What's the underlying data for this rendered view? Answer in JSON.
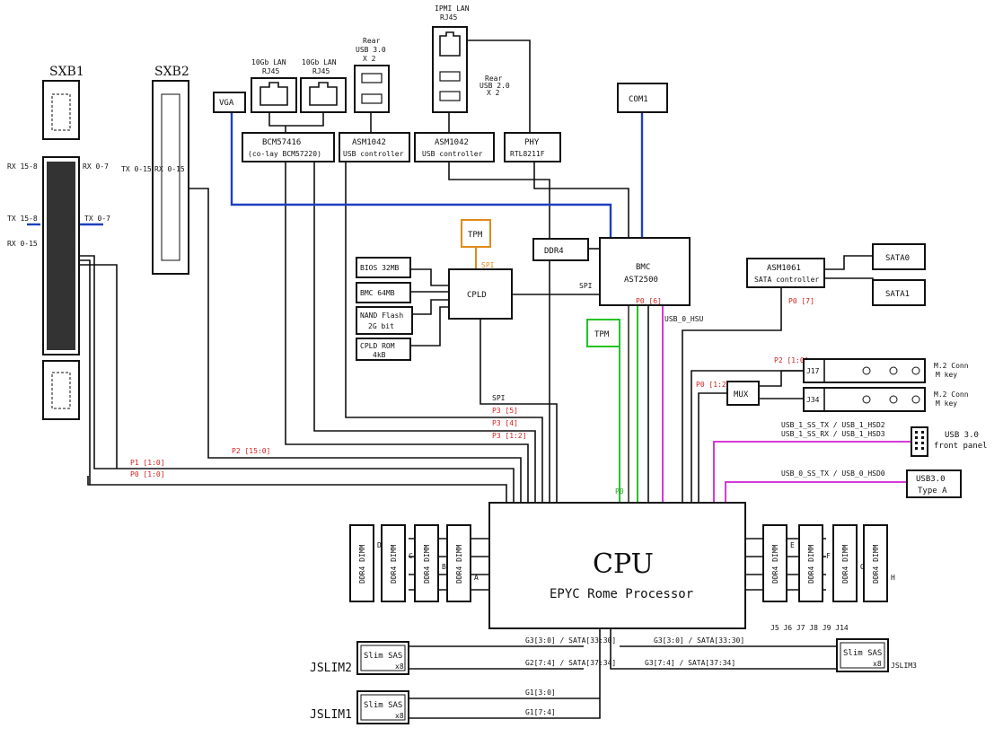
{
  "cpu": {
    "title": "CPU",
    "subtitle": "EPYC Rome Processor"
  },
  "sxb1": {
    "label": "SXB1",
    "rx_top": "RX 15-8",
    "rx_right": "RX 0-7",
    "tx_left": "TX 15-8",
    "tx_right": "TX 0-7",
    "rx_bottom": "RX 0-15"
  },
  "sxb2": {
    "label": "SXB2",
    "tx": "TX 0-15",
    "rx": "RX 0-15"
  },
  "vga": "VGA",
  "lan10g_1": {
    "line1": "10Gb LAN",
    "line2": "RJ45"
  },
  "lan10g_2": {
    "line1": "10Gb LAN",
    "line2": "RJ45"
  },
  "rear_usb": {
    "line1": "Rear",
    "line2": "USB 3.0",
    "line3": "X 2"
  },
  "ipmi_lan": {
    "line1": "IPMI LAN",
    "line2": "RJ45"
  },
  "rear_usb2": {
    "line1": "Rear",
    "line2": "USB 2.0",
    "line3": "X 2"
  },
  "com1": "COM1",
  "bcm": {
    "line1": "BCM57416",
    "line2": "(co-lay BCM57220)"
  },
  "asm1042_a": {
    "line1": "ASM1042",
    "line2": "USB controller"
  },
  "asm1042_b": {
    "line1": "ASM1042",
    "line2": "USB controller"
  },
  "phy": {
    "line1": "PHY",
    "line2": "RTL8211F"
  },
  "tpm_orange": "TPM",
  "tpm_green": "TPM",
  "ddr4": "DDR4",
  "bmc": {
    "line1": "BMC",
    "line2": "AST2500"
  },
  "bios": "BIOS 32MB",
  "bmc_flash": "BMC 64MB",
  "nand": {
    "line1": "NAND Flash",
    "line2": "2G bit"
  },
  "cpld_rom": {
    "line1": "CPLD ROM",
    "line2": "4kB"
  },
  "cpld": "CPLD",
  "asm1061": {
    "line1": "ASM1061",
    "line2": "SATA controller"
  },
  "sata0": "SATA0",
  "sata1": "SATA1",
  "mux": "MUX",
  "m2_j17": {
    "id": "J17",
    "line1": "M.2 Conn",
    "line2": "M key"
  },
  "m2_j34": {
    "id": "J34",
    "line1": "M.2 Conn",
    "line2": "M key"
  },
  "usb_front": {
    "line1": "USB 3.0",
    "line2": "front panel"
  },
  "usb_typea": {
    "line1": "USB3.0",
    "line2": "Type A"
  },
  "signals": {
    "spi_top": "SPI",
    "spi_cpld": "SPI",
    "spi_lower": "SPI",
    "p0_bmc": "P0 [6]",
    "usb0_bmc": "USB_0_HSU",
    "p0_sata": "P0 [7]",
    "p2_m2": "P2 [1:0]",
    "p0_mux": "P0 [1:2]",
    "usb1_line1": "USB_1_SS_TX / USB_1_HSD2",
    "usb1_line2": "USB_1_SS_RX / USB_1_HSD3",
    "usb0_line": "USB_0_SS_TX / USB_0_HSD0",
    "p3_5": "P3 [5]",
    "p3_4": "P3 [4]",
    "p3_1_2": "P3 [1:2]",
    "p2_15": "P2 [15:0]",
    "p1_15": "P1 [1:0]",
    "p0_15": "P0 [1:0]",
    "p0_green": "P0",
    "g3_left": "G3[3:0] / SATA[33:30]",
    "g3_left2": "G2[7:4] / SATA[37:34]",
    "g3_right": "G3[3:0] / SATA[33:30]",
    "g3_right2": "G3[7:4] / SATA[37:34]",
    "g1_a": "G1[3:0]",
    "g1_b": "G1[7:4]"
  },
  "dimms_left": [
    "DDR4 DIMM",
    "DDR4 DIMM",
    "DDR4 DIMM",
    "DDR4 DIMM"
  ],
  "dimms_left_ch": [
    "D",
    "C",
    "B",
    "A"
  ],
  "dimms_right": [
    "DDR4 DIMM",
    "DDR4 DIMM",
    "DDR4 DIMM",
    "DDR4 DIMM"
  ],
  "dimms_right_ch": [
    "E",
    "F",
    "G",
    "H"
  ],
  "dimm_slots_right": "J5 J6 J7 J8 J9 J14",
  "jslim2": {
    "label": "JSLIM2",
    "box1": "Slim SAS",
    "box2": "x8"
  },
  "jslim1": {
    "label": "JSLIM1",
    "box1": "Slim SAS",
    "box2": "x8"
  },
  "jslim3": {
    "label": "JSLIM3",
    "box1": "Slim SAS",
    "box2": "x8"
  }
}
